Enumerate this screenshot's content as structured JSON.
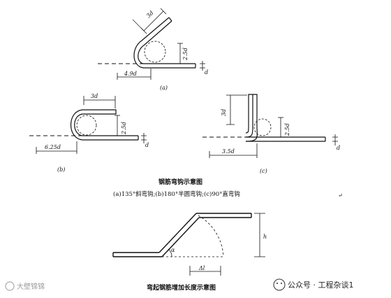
{
  "figure1": {
    "title": "钢筋弯钩示意图",
    "caption": "(a)135°斜弯钩;(b)180°半圆弯钩;(c)90°直弯钩",
    "a": {
      "label": "(a)",
      "dim_top": "3d",
      "dim_side": "2.5d",
      "dim_base": "4.9d",
      "dim_d": "d"
    },
    "b": {
      "label": "(b)",
      "dim_top": "3d",
      "dim_side": "2.5d",
      "dim_base": "6.25d",
      "dim_d": "d"
    },
    "c": {
      "label": "(c)",
      "dim_top": "3d",
      "dim_side": "2.5d",
      "dim_base": "3.5d",
      "dim_d": "d"
    }
  },
  "figure2": {
    "title": "弯起钢筋增加长度示意图",
    "label_h": "h",
    "label_alpha": "α",
    "label_delta": "Δl"
  },
  "watermarks": {
    "bottom_left": "大壁锦锦",
    "bottom_right": "公众号 · 工程杂谈1"
  }
}
